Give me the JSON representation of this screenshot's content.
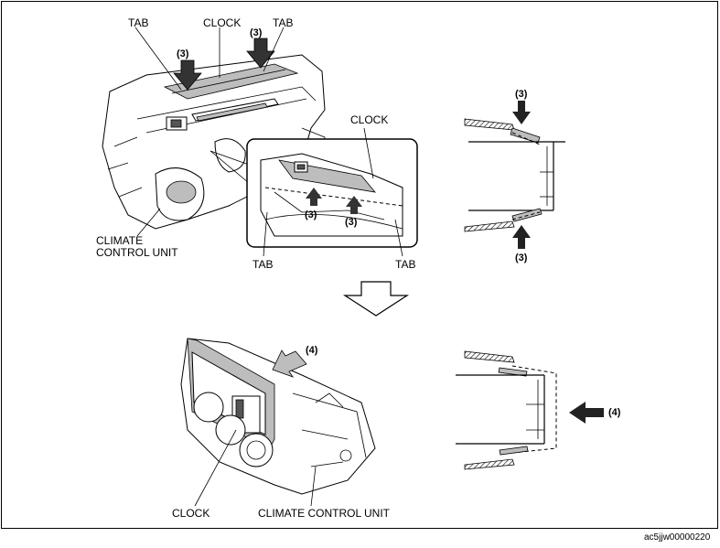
{
  "labels": {
    "tab_top_left": "TAB",
    "clock_top": "CLOCK",
    "tab_top_right": "TAB",
    "clock_inset": "CLOCK",
    "climate_line1": "CLIMATE",
    "climate_line2": "CONTROL UNIT",
    "tab_bottom_left": "TAB",
    "tab_bottom_right": "TAB",
    "clock_bottom": "CLOCK",
    "climate_bottom": "CLIMATE CONTROL UNIT",
    "step3": "(3)",
    "step4": "(4)",
    "figure_code": "ac5jjw00000220"
  }
}
